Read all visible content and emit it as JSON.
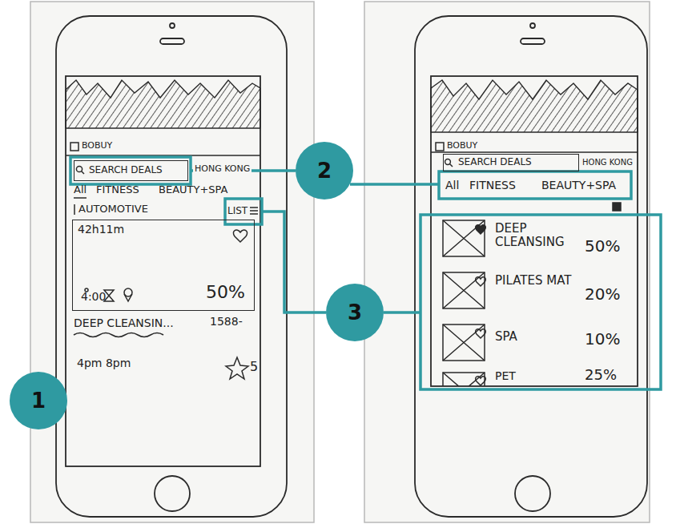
{
  "diagram": {
    "nodes": [
      {
        "text": [
          "SEARCH DEALS"
        ]
      },
      {
        "text": [
          "42h11m",
          "4:00",
          "50%"
        ]
      },
      {
        "text": [
          "1"
        ]
      },
      {
        "text": [
          "2"
        ]
      },
      {
        "text": [
          "SEARCH DEALS"
        ]
      },
      {
        "text": [
          "3"
        ]
      }
    ],
    "labels": [
      "BOBUY",
      "HONG KONG",
      "All",
      "FITNESS",
      "BEAUTY+SPA",
      "AUTOMOTIVE",
      "LIST",
      "DEEP CLEANSIN...",
      "1588-",
      "4pm 8pm",
      "5",
      "BOBUY",
      "HONG KONG",
      "All",
      "FITNESS",
      "BEAUTY+SPA",
      "DEEP CLEANSING",
      "50%",
      "PILATES MAT",
      "20%",
      "SPA",
      "10%",
      "PET",
      "25%"
    ]
  }
}
